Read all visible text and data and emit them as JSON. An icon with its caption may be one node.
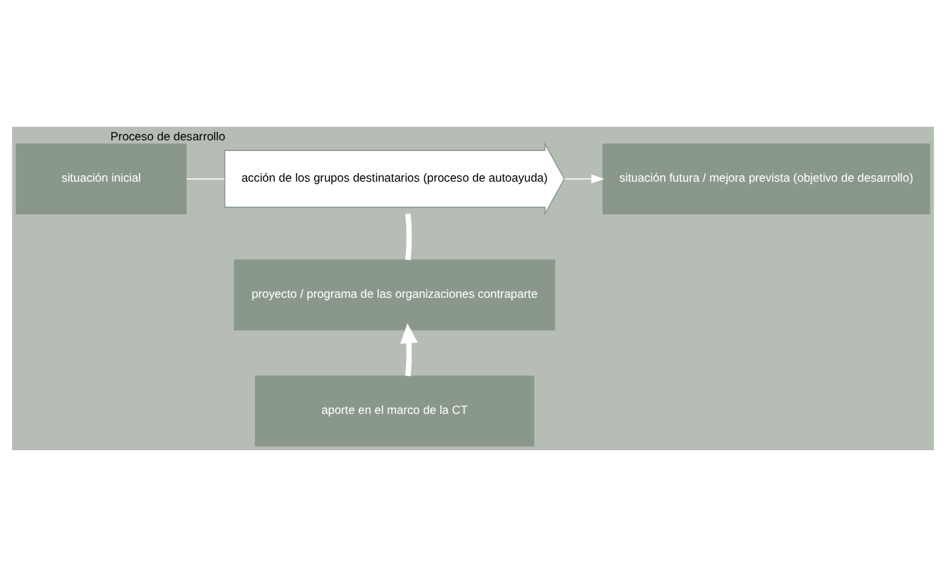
{
  "diagram": {
    "nodes": [
      {
        "text": [
          "situación inicial"
        ]
      },
      {
        "text": [
          "acción de los grupos destinatarios (proceso de autoayuda)"
        ],
        "beside": [
          "Proceso de desarrollo"
        ]
      },
      {
        "text": [
          "situación futura / mejora prevista (objetivo de desarrollo)"
        ]
      },
      {
        "text": [
          "proyecto / programa de las organizaciones contraparte"
        ]
      },
      {
        "text": [
          "aporte en el marco de la CT"
        ]
      }
    ],
    "edges": [
      {
        "from": 0,
        "to": 1,
        "arrow": "none"
      },
      {
        "from": 1,
        "to": 2,
        "arrow": "to"
      },
      {
        "from": 3,
        "to": 1,
        "arrow": "none",
        "style": "thick"
      },
      {
        "from": 4,
        "to": 3,
        "arrow": "to",
        "style": "thick"
      }
    ]
  }
}
